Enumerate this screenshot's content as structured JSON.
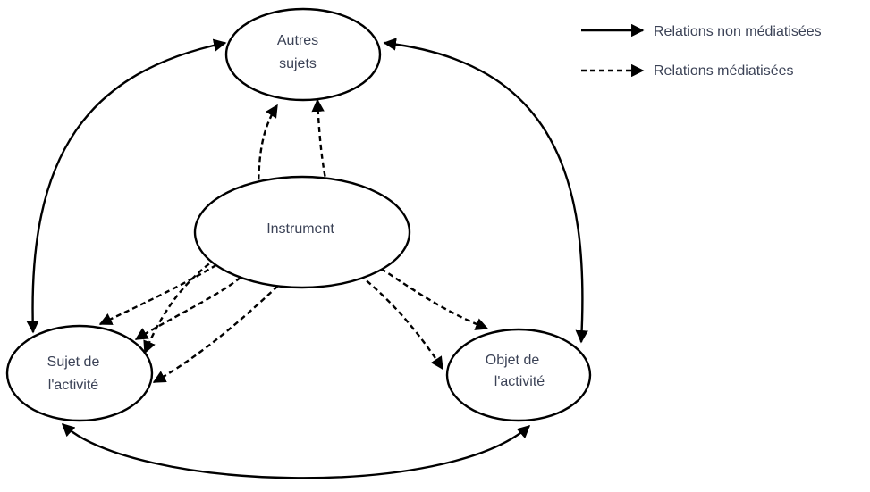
{
  "nodes": {
    "autres_sujets": [
      "Autres",
      "sujets"
    ],
    "instrument": [
      "Instrument"
    ],
    "sujet": [
      "Sujet de",
      "l'activité"
    ],
    "objet": [
      "Objet de",
      "l'activité"
    ]
  },
  "legend": {
    "solid_label": "Relations non médiatisées",
    "dashed_label": "Relations médiatisées"
  }
}
